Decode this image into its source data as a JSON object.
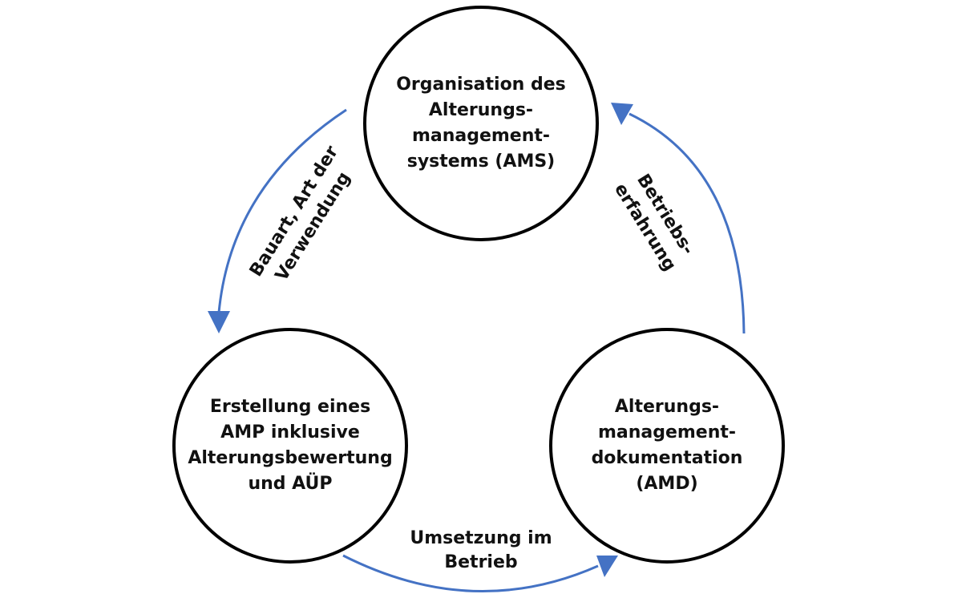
{
  "nodes": {
    "top": {
      "lines": [
        "Organisation des",
        "Alterungs-",
        "management-",
        "systems (AMS)"
      ]
    },
    "left": {
      "lines": [
        "Erstellung eines",
        "AMP inklusive",
        "Alterungsbewertung",
        "und AÜP"
      ]
    },
    "right": {
      "lines": [
        "Alterungs-",
        "management-",
        "dokumentation",
        "(AMD)"
      ]
    }
  },
  "edges": {
    "top_to_left": {
      "lines": [
        "Bauart, Art der",
        "Verwendung"
      ]
    },
    "right_to_top": {
      "lines": [
        "Betriebs-",
        "erfahrung"
      ]
    },
    "left_to_right": {
      "lines": [
        "Umsetzung im",
        "Betrieb"
      ]
    }
  },
  "colors": {
    "arrow": "#4472c4",
    "circle_border": "#000000"
  }
}
